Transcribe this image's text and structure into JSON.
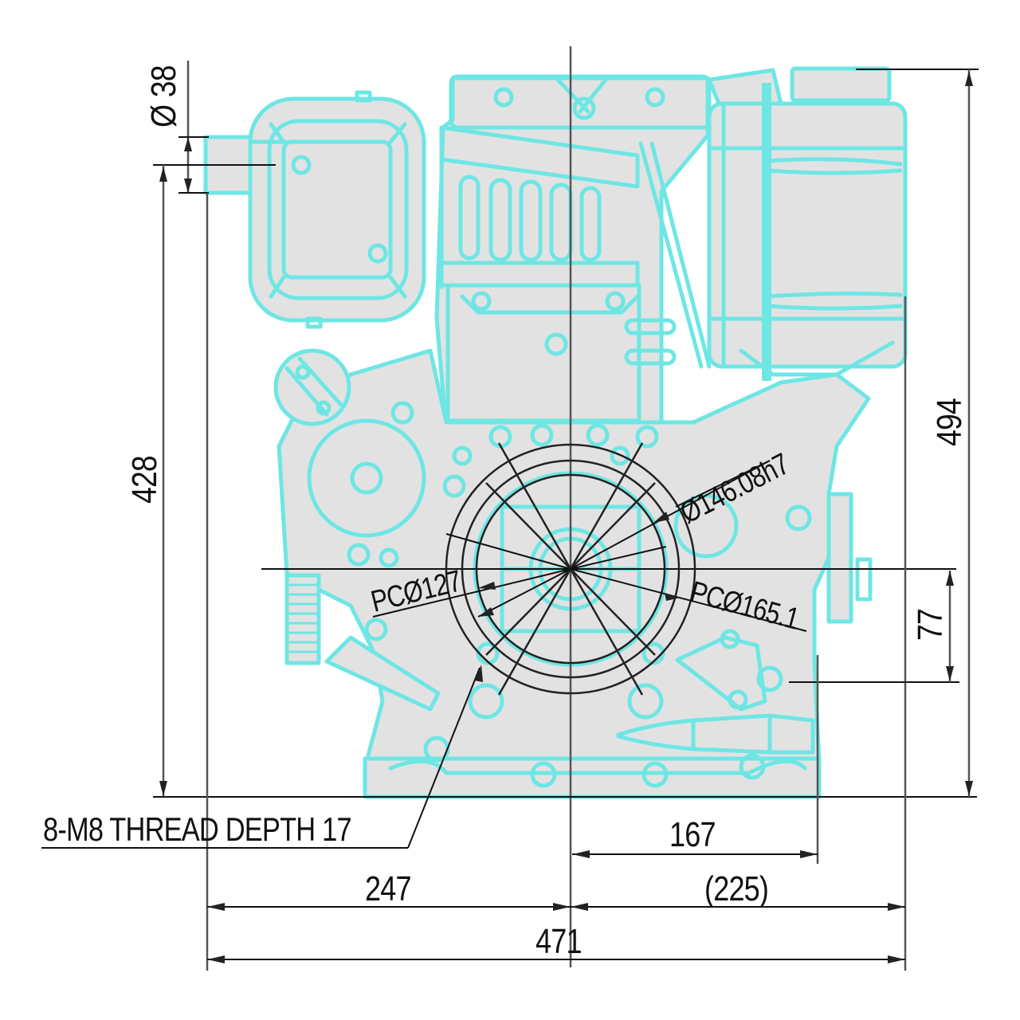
{
  "drawing": {
    "type": "engine front elevation dimension drawing",
    "line_color": "#6ee6e4",
    "fill_color": "#e2e2e2",
    "dimension_color": "#111111"
  },
  "dimensions": {
    "exhaust_dia": "Ø 38",
    "height_to_exhaust": "428",
    "overall_height": "494",
    "shaft_offset_vertical": "77",
    "pilot_dia": "Ø146.08h7",
    "pcd_inner": "PCØ127",
    "pcd_outer": "PCØ165.1",
    "thread_note": "8-M8 THREAD DEPTH 17",
    "right_offset": "167",
    "left_width": "247",
    "right_width": "(225)",
    "overall_width": "471"
  }
}
